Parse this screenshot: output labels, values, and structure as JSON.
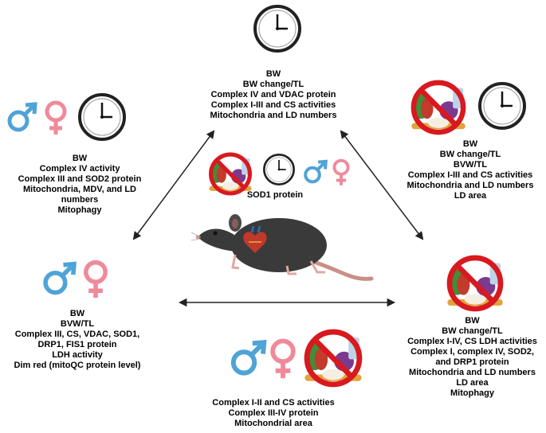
{
  "colors": {
    "male": "#4fa3d6",
    "female": "#ef8a9b",
    "prohibition": "#d8191f",
    "rat_body": "#3a3a3a",
    "rat_tail": "#c98f86",
    "heart": "#c0392b"
  },
  "icons": [
    "clock-icon",
    "male-symbol-icon",
    "female-symbol-icon",
    "no-food-icon",
    "rat-illustration",
    "heart-icon"
  ],
  "groups": {
    "top": [
      "BW",
      "BW change/TL",
      "Complex IV and VDAC protein",
      "Complex I-III and CS activities",
      "Mitochondria and LD numbers"
    ],
    "upper_left": [
      "BW",
      "Complex IV activity",
      "Complex III and SOD2 protein",
      "Mitochondria, MDV, and LD",
      "numbers",
      "Mitophagy"
    ],
    "upper_right": [
      "BW",
      "BW change/TL",
      "BVW/TL",
      "Complex I-III and CS activities",
      "Mitochondria and LD numbers",
      "LD area"
    ],
    "center": [
      "SOD1 protein"
    ],
    "lower_left": [
      "BW",
      "BVW/TL",
      "Complex III, CS, VDAC, SOD1,",
      "DRP1, FIS1 protein",
      "LDH activity",
      "Dim red (mitoQC protein level)"
    ],
    "lower_right": [
      "BW",
      "BW change/TL",
      "Complex I-IV, CS LDH activities",
      "Complex I, complex IV, SOD2,",
      "and DRP1 protein",
      "Mitochondria and LD numbers",
      "LD area",
      "Mitophagy"
    ],
    "bottom": [
      "Complex I-II and CS activities",
      "Complex III-IV protein",
      "Mitochondrial area"
    ]
  }
}
